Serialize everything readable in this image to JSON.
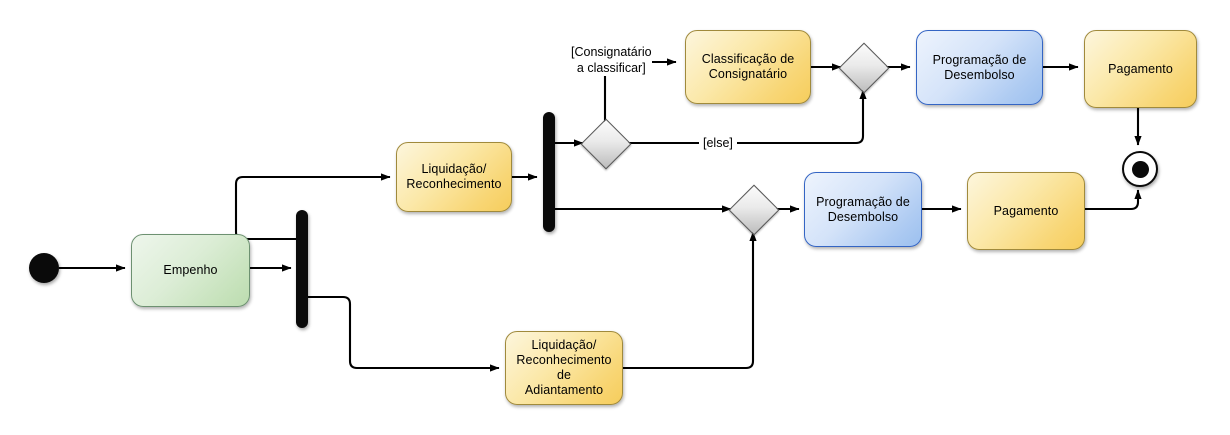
{
  "diagram": {
    "type": "uml-activity-diagram",
    "title": "",
    "background": "#ffffff",
    "palette": {
      "yellow_fill": "#fbe8a8",
      "yellow_border": "#a08a3c",
      "blue_fill": "#c9dcf7",
      "blue_border": "#3465c4",
      "green_fill": "#d3e8ca",
      "green_border": "#6d9171",
      "decision_fill": "#e0e0e0",
      "decision_border": "#555555",
      "edge_color": "#000000",
      "node_color": "#0a0a0a"
    }
  },
  "nodes": {
    "start": {
      "name": "start-node",
      "label": ""
    },
    "empenho": {
      "label": "Empenho",
      "color": "green"
    },
    "fork1": {
      "label": "",
      "name": "fork-bar-1"
    },
    "liquidacao_reconhecimento": {
      "label": "Liquidação/\nReconhecimento",
      "line1": "Liquidação/",
      "line2": "Reconhecimento",
      "color": "yellow"
    },
    "liquidacao_adiantamento": {
      "label": "Liquidação/\nReconhecimento de\nAdiantamento",
      "line1": "Liquidação/",
      "line2": "Reconhecimento de",
      "line3": "Adiantamento",
      "color": "yellow"
    },
    "fork2": {
      "label": "",
      "name": "fork-bar-2"
    },
    "decision1": {
      "label": "",
      "name": "decision-consignatario"
    },
    "classificacao": {
      "label": "Classificação de\nConsignatário",
      "line1": "Classificação de",
      "line2": "Consignatário",
      "color": "yellow"
    },
    "merge1": {
      "label": "",
      "name": "merge-node-top"
    },
    "programacao_top": {
      "label": "Programação de\nDesembolso",
      "line1": "Programação de",
      "line2": "Desembolso",
      "color": "blue"
    },
    "pagamento_top": {
      "label": "Pagamento",
      "color": "yellow"
    },
    "merge2": {
      "label": "",
      "name": "merge-node-middle"
    },
    "programacao_mid": {
      "label": "Programação de\nDesembolso",
      "line1": "Programação de",
      "line2": "Desembolso",
      "color": "blue"
    },
    "pagamento_mid": {
      "label": "Pagamento",
      "color": "yellow"
    },
    "end": {
      "name": "end-node",
      "label": ""
    }
  },
  "guards": {
    "consignatario_a_classificar": {
      "line1": "[Consignatário",
      "line2": "a classificar]"
    },
    "else": {
      "text": "[else]"
    }
  },
  "flows": [
    {
      "from": "start",
      "to": "empenho",
      "label": ""
    },
    {
      "from": "empenho",
      "to": "fork1",
      "label": ""
    },
    {
      "from": "fork1",
      "to": "liquidacao_reconhecimento",
      "label": ""
    },
    {
      "from": "fork1",
      "to": "liquidacao_adiantamento",
      "label": ""
    },
    {
      "from": "liquidacao_reconhecimento",
      "to": "fork2",
      "label": ""
    },
    {
      "from": "fork2",
      "to": "decision1",
      "label": ""
    },
    {
      "from": "fork2",
      "to": "merge2",
      "label": ""
    },
    {
      "from": "decision1",
      "to": "classificacao",
      "label": "[Consignatário a classificar]"
    },
    {
      "from": "decision1",
      "to": "merge1",
      "label": "[else]"
    },
    {
      "from": "classificacao",
      "to": "merge1",
      "label": ""
    },
    {
      "from": "merge1",
      "to": "programacao_top",
      "label": ""
    },
    {
      "from": "programacao_top",
      "to": "pagamento_top",
      "label": ""
    },
    {
      "from": "pagamento_top",
      "to": "end",
      "label": ""
    },
    {
      "from": "liquidacao_adiantamento",
      "to": "merge2",
      "label": ""
    },
    {
      "from": "merge2",
      "to": "programacao_mid",
      "label": ""
    },
    {
      "from": "programacao_mid",
      "to": "pagamento_mid",
      "label": ""
    },
    {
      "from": "pagamento_mid",
      "to": "end",
      "label": ""
    }
  ]
}
